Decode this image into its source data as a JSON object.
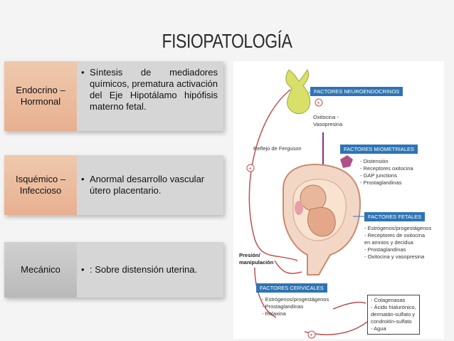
{
  "title": "FISIOPATOLOGÍA",
  "rows": [
    {
      "label_lines": [
        "Endocrino –",
        "Hormonal"
      ],
      "bullet": "•",
      "description": "Síntesis de mediadores químicos, prematura activación del Eje Hipotálamo hipófisis materno fetal."
    },
    {
      "label_lines": [
        "Isquémico –",
        "Infeccioso"
      ],
      "bullet": "•",
      "description": "Anormal desarrollo vascular útero placentario."
    },
    {
      "label_lines": [
        "Mecánico"
      ],
      "bullet": "•",
      "description": ": Sobre distensión uterina."
    }
  ],
  "figure": {
    "tags": {
      "neuroendocrinos": "FACTORES NEUROENDOCRINOS",
      "miometriales": "FACTORES MIOMETRIALES",
      "fetales": "FACTORES FETALES",
      "cervicales": "FACTORES CERVICALES"
    },
    "oxitocina": [
      "Oxitocina -",
      "Vasopresina"
    ],
    "ferguson": "Reflejo de Ferguson",
    "miometriales_items": [
      "- Distensión",
      "- Receptores oxitocina",
      "- GAP junctions",
      "- Prostaglandinas"
    ],
    "fetales_items": [
      "- Estrógenos/progestágenos",
      "- Receptores de oxitocina",
      "  en amnios y decidua",
      "- Prostaglandinas",
      "- Oxitocina y vasopresina"
    ],
    "presion": [
      "Presión/",
      "manipulación"
    ],
    "cervicales_items": [
      "- Estrógenos/progestágenos",
      "- Prostaglandinas",
      "- Relaxina"
    ],
    "enzimas": [
      "- Colagenasas",
      "- Ácido hialurónico,",
      "  dermatán-sulfato y",
      "  condroitín-sulfato",
      "- Agua"
    ]
  },
  "colors": {
    "tag_blue": "#2e74b5",
    "arrow_purple": "#8b2d8b",
    "arrow_red": "#c0504d",
    "label_peach": "#e8b090"
  }
}
